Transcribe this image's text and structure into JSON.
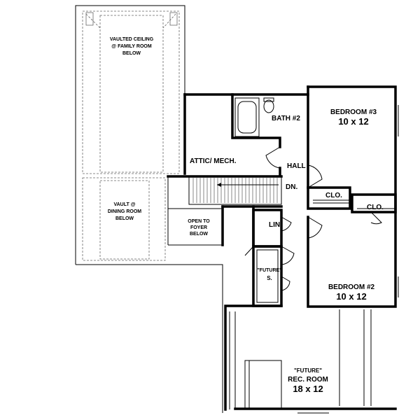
{
  "plan": {
    "rooms": {
      "vaulted_ceiling_family": [
        "VAULTED CEILING",
        "@ FAMILY ROOM",
        "BELOW"
      ],
      "vault_dining": [
        "VAULT @",
        "DINING ROOM",
        "BELOW"
      ],
      "open_to_foyer": [
        "OPEN TO",
        "FOYER",
        "BELOW"
      ],
      "attic": "ATTIC/ MECH.",
      "bath2": "BATH #2",
      "bedroom3": {
        "name": "BEDROOM #3",
        "size": "10 x 12"
      },
      "hall": "HALL",
      "dn": "DN.",
      "clo1": "CLO.",
      "clo2": "CLO.",
      "lin": "LIN.",
      "future_storage": [
        "\"FUTURE\"",
        "S."
      ],
      "bedroom2": {
        "name": "BEDROOM #2",
        "size": "10 x 12"
      },
      "rec_room": {
        "future": "\"FUTURE\"",
        "name": "REC. ROOM",
        "size": "18 x 12"
      }
    }
  }
}
